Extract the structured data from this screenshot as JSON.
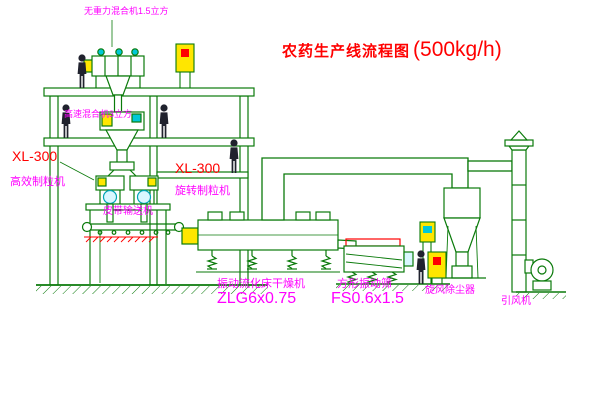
{
  "title": {
    "text": "农药生产线流程图",
    "capacity": "(500kg/h)"
  },
  "equipment_labels": {
    "gravity_mixer": "无重力混合机1.5立方",
    "high_speed_mixer": "高速混合机3立方",
    "granulator_left_model": "XL-300",
    "granulator_left_name": "高效制粒机",
    "granulator_right_model": "XL-300",
    "granulator_right_name": "旋转制粒机",
    "belt_conveyor": "皮带输送机",
    "fluid_bed_dryer_name": "振动流化床干燥机",
    "fluid_bed_dryer_model": "ZLG6x0.75",
    "square_sieve_name": "方形振动筛",
    "square_sieve_model": "FS0.6x1.5",
    "cyclone_dust_collector": "旋风除尘器",
    "induced_draft_fan": "引风机"
  },
  "colors": {
    "line_green": "#0a7a0a",
    "label_magenta": "#ff00ff",
    "label_red": "#ff0000",
    "equipment_yellow": "#ffe600",
    "detail_cyan": "#00c8d7",
    "figure_dark": "#20222e",
    "background": "#ffffff"
  }
}
